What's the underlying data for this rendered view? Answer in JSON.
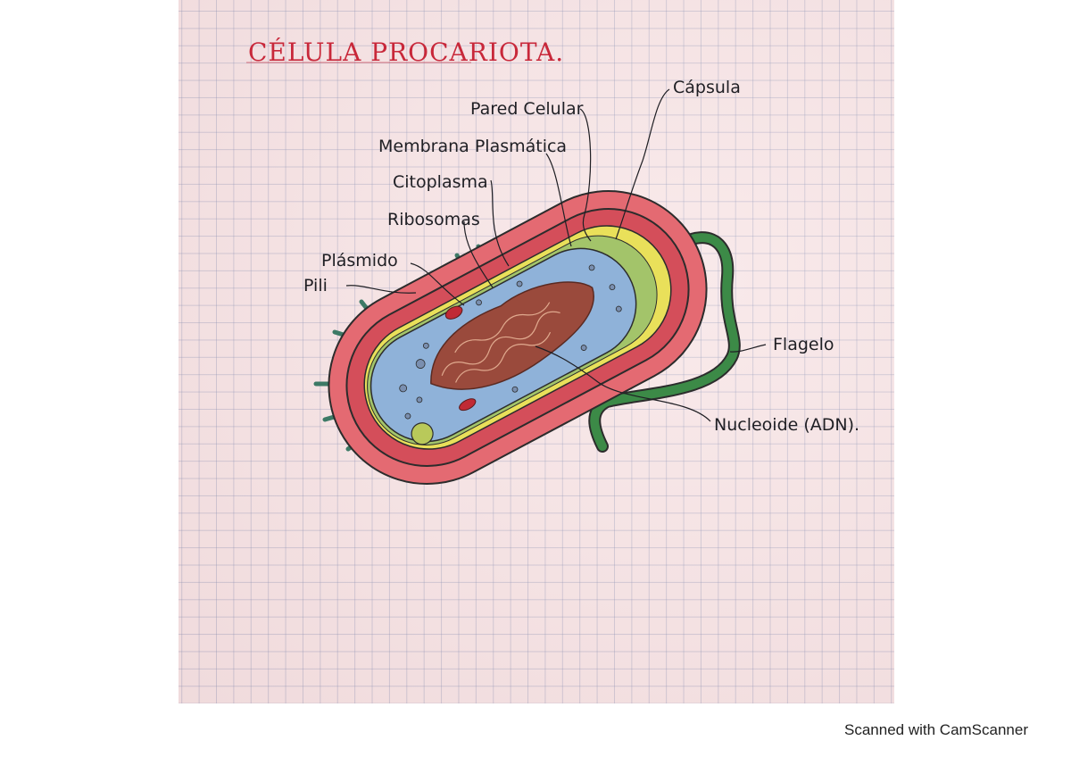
{
  "title": "CÉLULA PROCARIOTA.",
  "labels": {
    "capsula": "Cápsula",
    "pared": "Pared Celular",
    "membrana": "Membrana Plasmática",
    "citoplasma": "Citoplasma",
    "ribosomas": "Ribosomas",
    "plasmido": "Plásmido",
    "pili": "Pili",
    "flagelo": "Flagelo",
    "nucleoide": "Nucleoide (ADN)."
  },
  "footer": "Scanned with CamScanner",
  "colors": {
    "title": "#c8283a",
    "capsula": "#e46a72",
    "pared": "#d44e5a",
    "membrana": "#e9e05a",
    "citoplasma": "#8fb2d9",
    "flagelo": "#3c8a47",
    "nucleoide": "#9a4a3c"
  }
}
